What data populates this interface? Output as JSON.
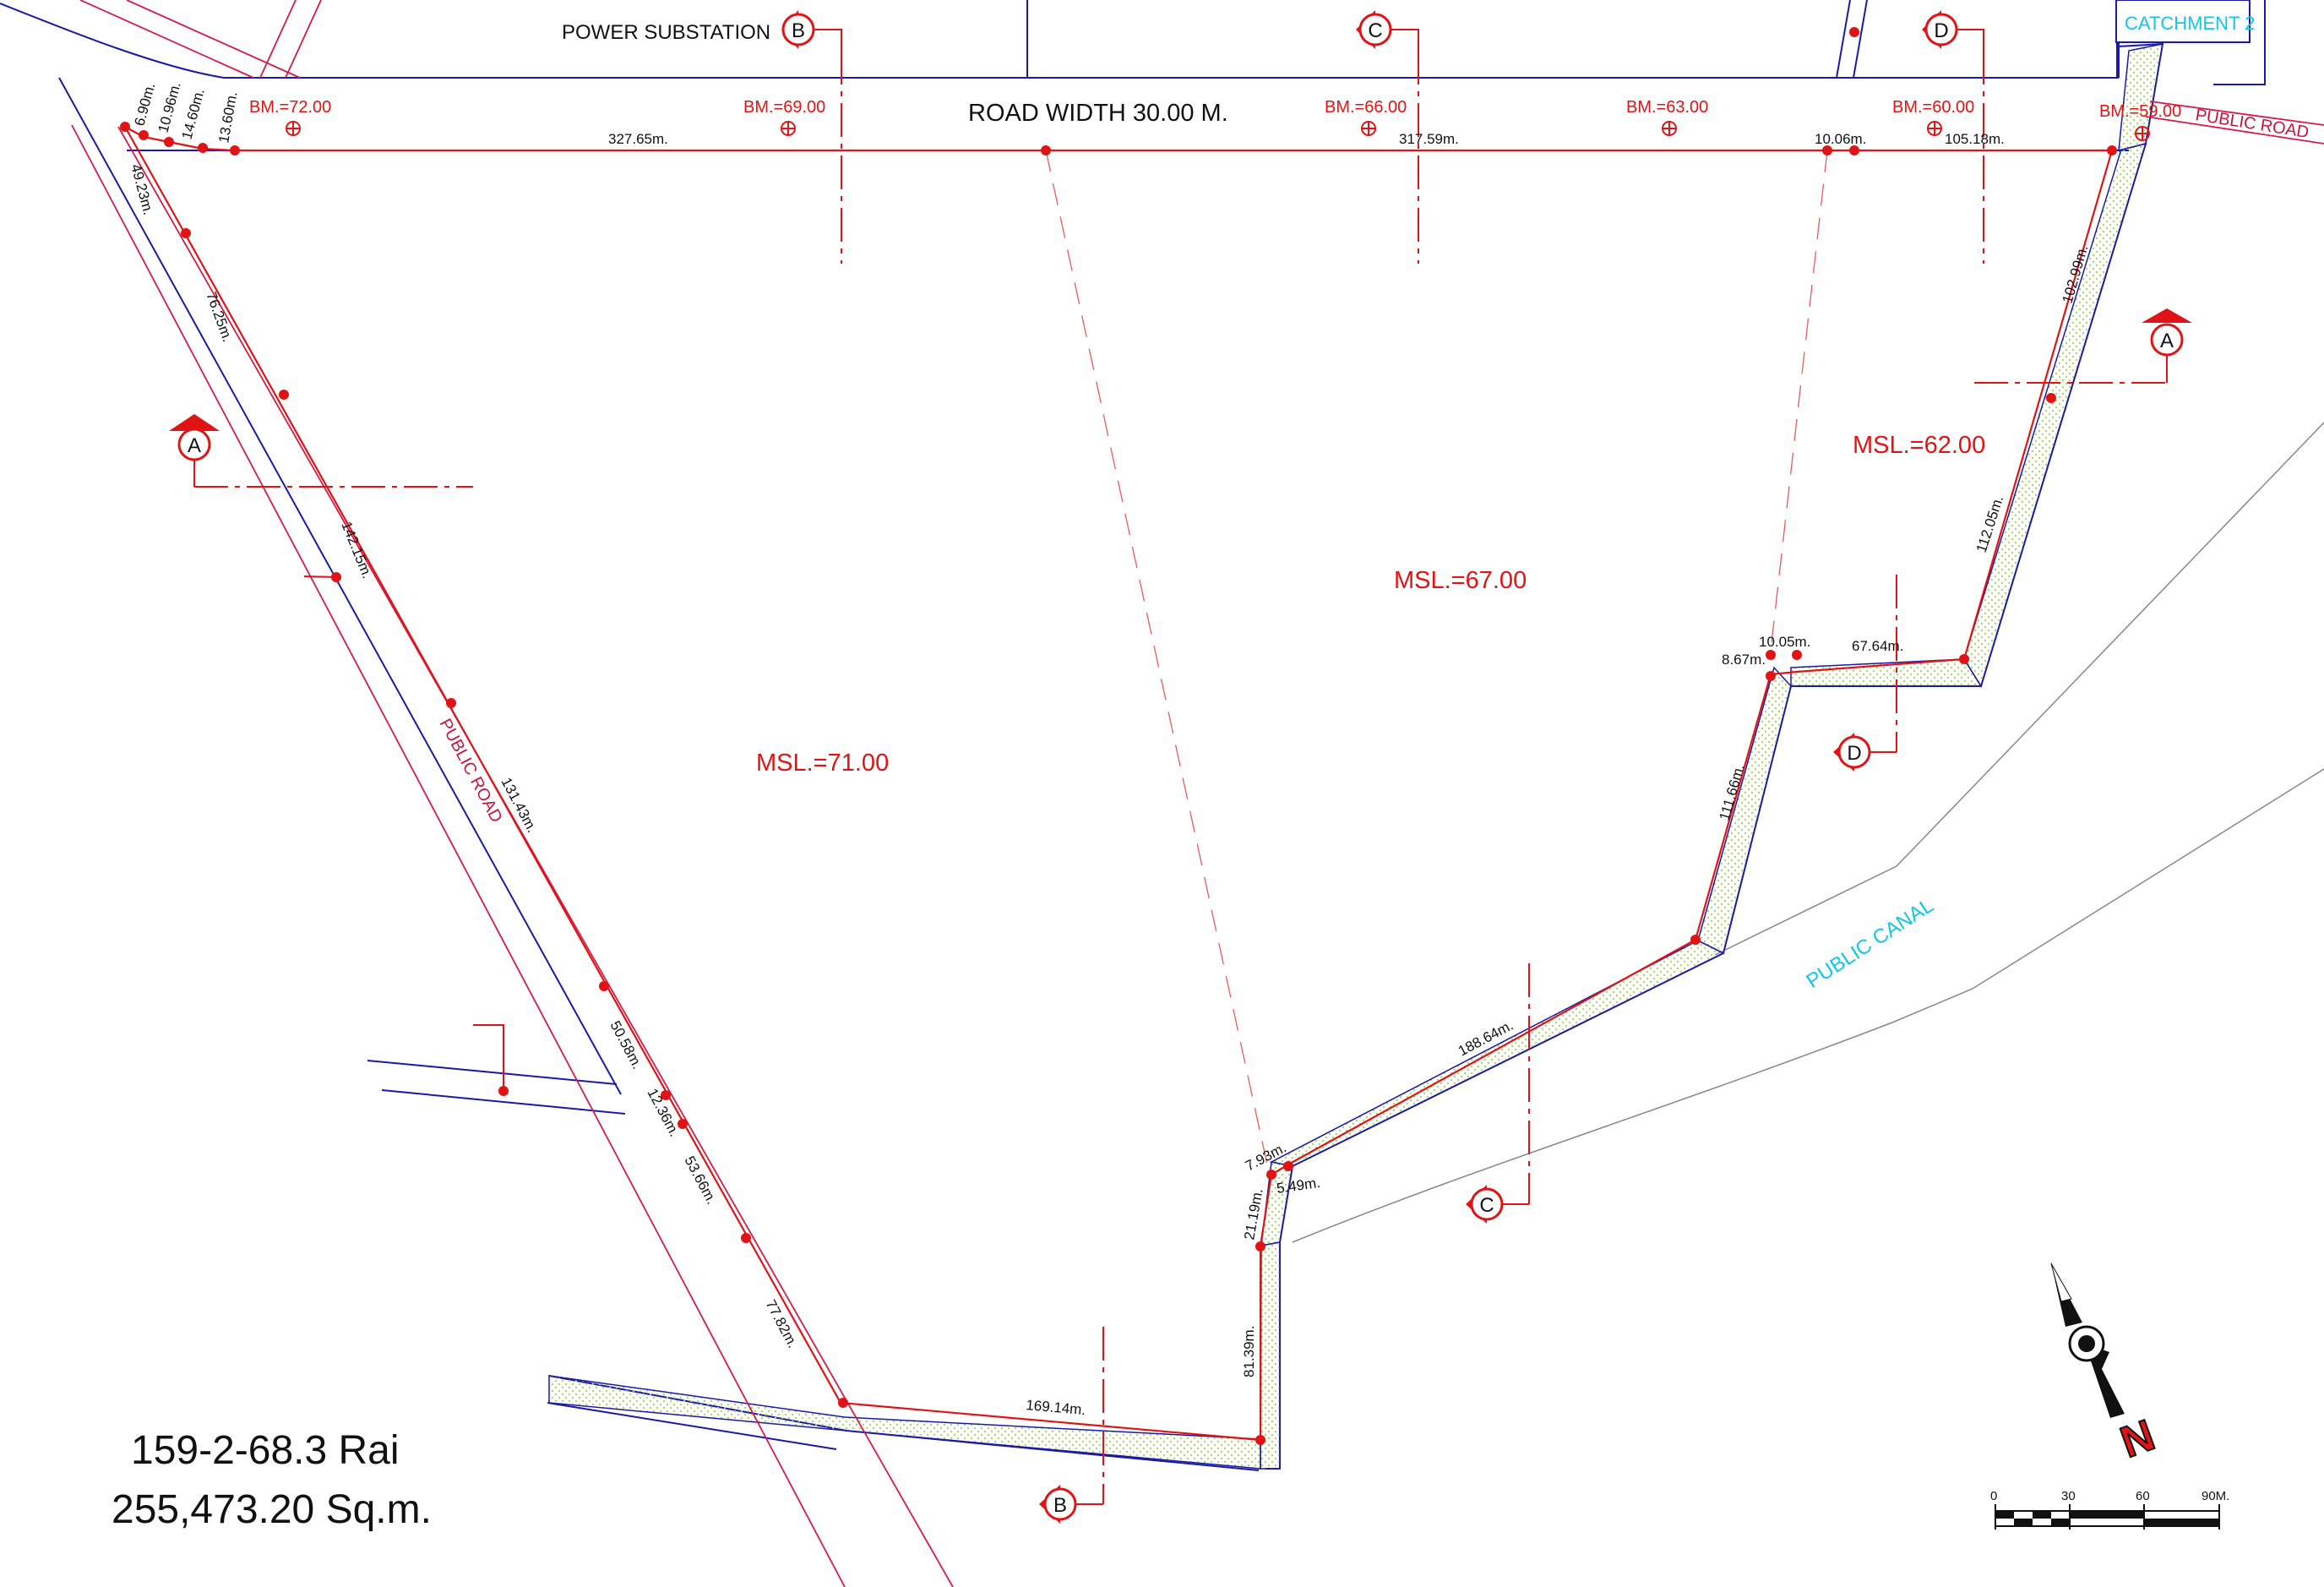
{
  "header": {
    "substation": "POWER SUBSTATION",
    "road_width": "ROAD  WIDTH  30.00 M.",
    "catchment": "CATCHMENT 2"
  },
  "benchmarks": [
    "BM.=72.00",
    "BM.=69.00",
    "BM.=66.00",
    "BM.=63.00",
    "BM.=60.00",
    "BM.=59.00"
  ],
  "road_labels": {
    "public_road_right": "PUBLIC ROAD",
    "public_road_left": "PUBLIC ROAD",
    "public_canal": "PUBLIC CANAL"
  },
  "msl": {
    "left": "MSL.=71.00",
    "center": "MSL.=67.00",
    "right": "MSL.=62.00"
  },
  "dimensions": {
    "d_6_90": "6.90m.",
    "d_10_96": "10.96m.",
    "d_14_60": "14.60m.",
    "d_13_60": "13.60m.",
    "d_327_65": "327.65m.",
    "d_317_59": "317.59m.",
    "d_10_06": "10.06m.",
    "d_105_18": "105.18m.",
    "d_49_23": "49.23m.",
    "d_76_25": "76.25m.",
    "d_142_15": "142.15m.",
    "d_131_43": "131.43m.",
    "d_50_58": "50.58m.",
    "d_12_36": "12.36m.",
    "d_53_66": "53.66m.",
    "d_77_82": "77.82m.",
    "d_169_14": "169.14m.",
    "d_81_39": "81.39m.",
    "d_21_19": "21.19m.",
    "d_7_93": "7.93m.",
    "d_5_49": "5.49m.",
    "d_188_64": "188.64m.",
    "d_111_66": "111.66m.",
    "d_8_67": "8.67m.",
    "d_10_05": "10.05m.",
    "d_67_64": "67.64m.",
    "d_112_05": "112.05m.",
    "d_102_99": "102.99m."
  },
  "sections": {
    "a1": "A",
    "a2": "A",
    "b1": "B",
    "b2": "B",
    "c1": "C",
    "c2": "C",
    "d1": "D",
    "d2": "D"
  },
  "area": {
    "rai": "159-2-68.3 Rai",
    "sqm": "255,473.20 Sq.m."
  },
  "north": {
    "label": "N"
  },
  "scale_bar": {
    "ticks": [
      "0",
      "30",
      "60",
      "90M."
    ]
  },
  "colors": {
    "boundary": "#e01414",
    "road_lines": "#1a1aa6",
    "road_edge": "#d41b4a",
    "green_strip": "#a8d86a",
    "cyan_label": "#12c6e8"
  }
}
